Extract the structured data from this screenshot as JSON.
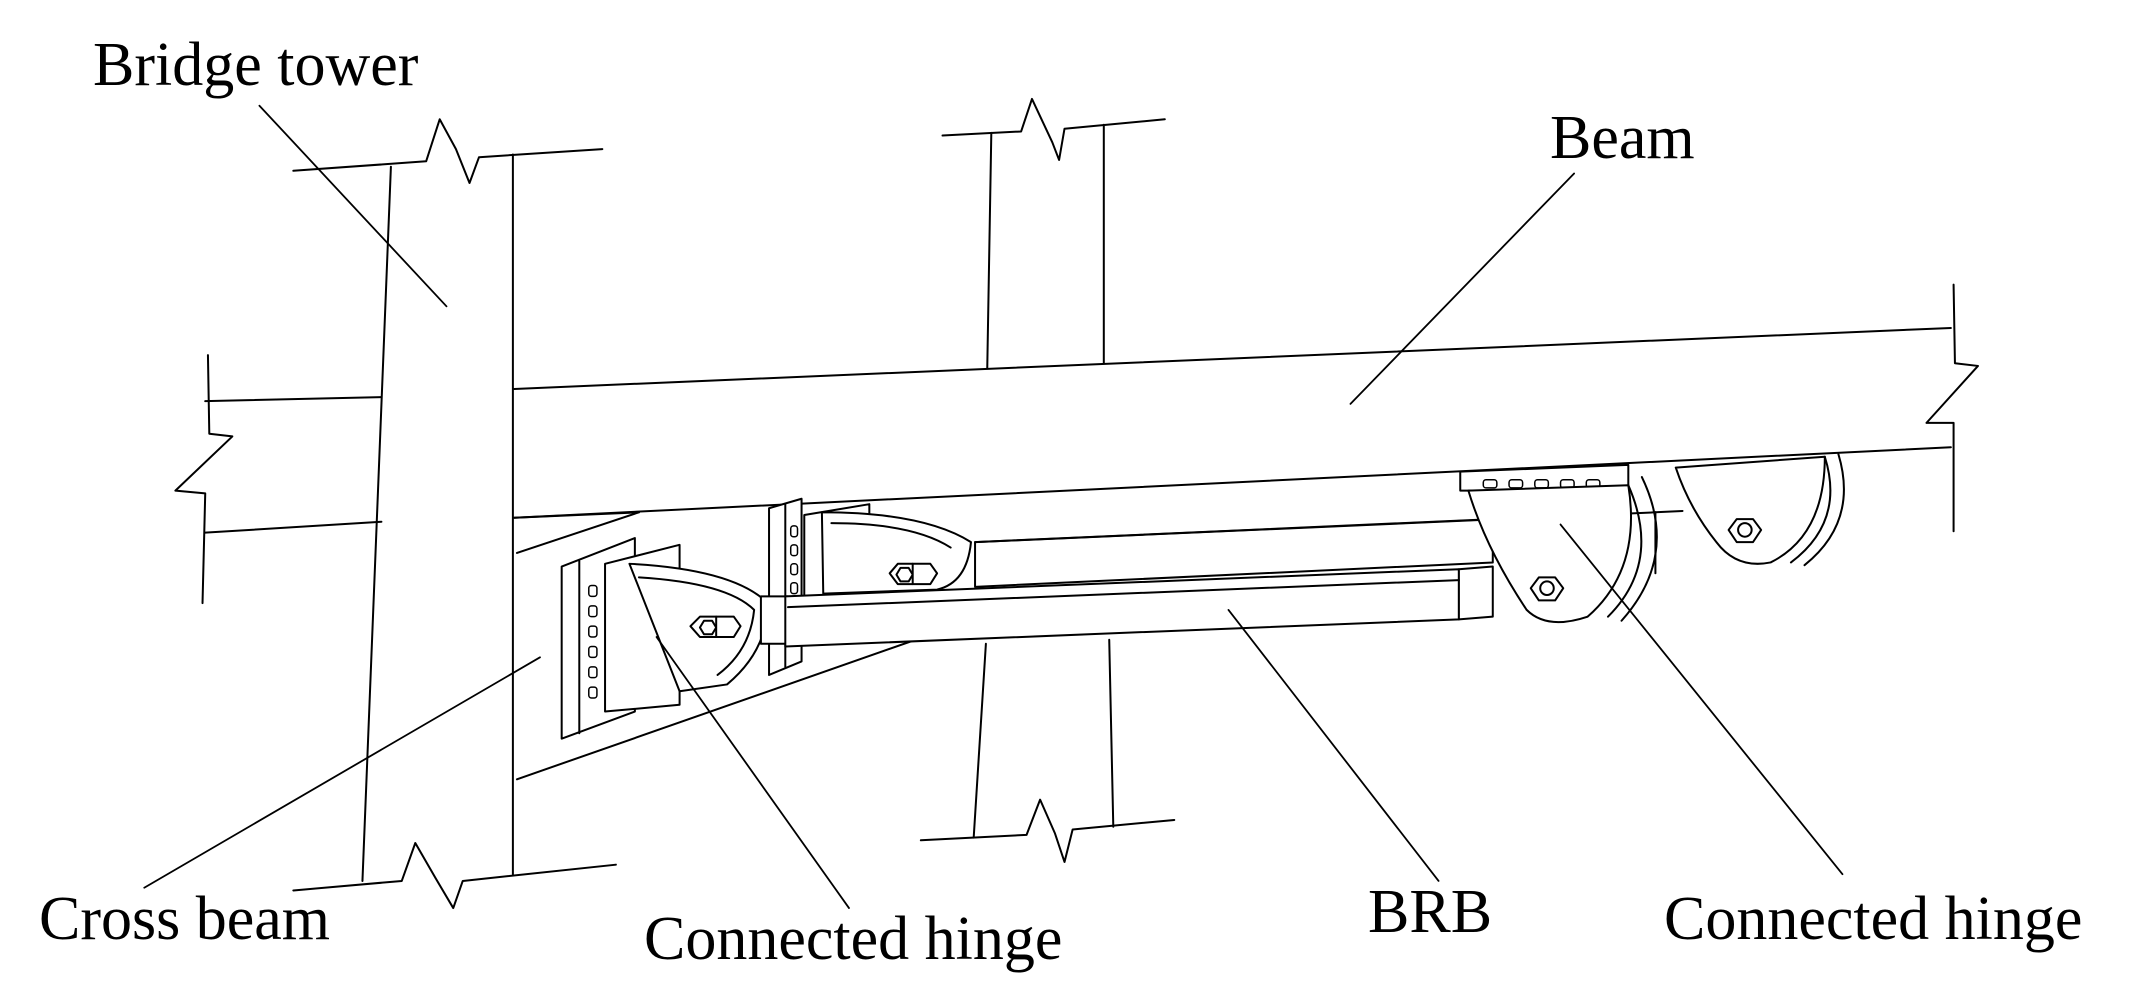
{
  "labels": {
    "bridge_tower": "Bridge tower",
    "beam": "Beam",
    "cross_beam": "Cross beam",
    "connected_hinge_left": "Connected hinge",
    "brb": "BRB",
    "connected_hinge_right": "Connected hinge"
  },
  "colors": {
    "line": "#000000",
    "background": "#ffffff"
  }
}
